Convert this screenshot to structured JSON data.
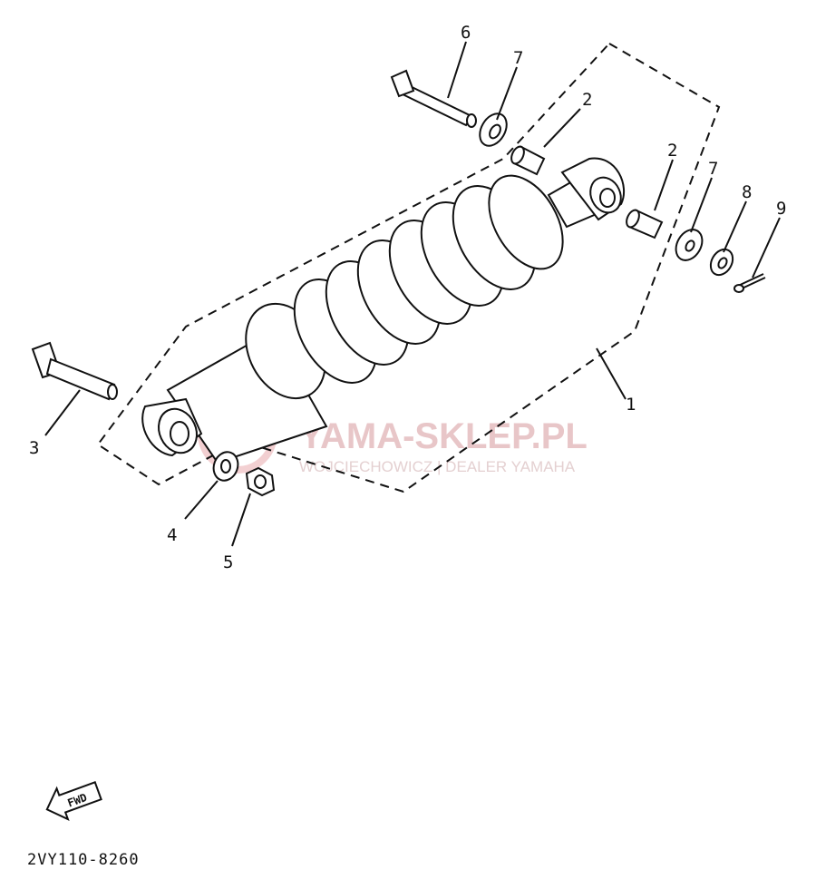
{
  "diagram": {
    "callouts": [
      {
        "id": "c1",
        "label": "1"
      },
      {
        "id": "c2a",
        "label": "2"
      },
      {
        "id": "c2b",
        "label": "2"
      },
      {
        "id": "c3",
        "label": "3"
      },
      {
        "id": "c4",
        "label": "4"
      },
      {
        "id": "c5",
        "label": "5"
      },
      {
        "id": "c6",
        "label": "6"
      },
      {
        "id": "c7a",
        "label": "7"
      },
      {
        "id": "c7b",
        "label": "7"
      },
      {
        "id": "c8",
        "label": "8"
      },
      {
        "id": "c9",
        "label": "9"
      }
    ],
    "direction_label": "FWD",
    "drawing_code": "2VY110-8260"
  },
  "watermark": {
    "title": "YAMA-SKLEP.PL",
    "subtitle": "WOJCIECHOWICZ | DEALER YAMAHA"
  },
  "icons": [
    "fwd-arrow-icon",
    "watermark-logo-icon"
  ]
}
